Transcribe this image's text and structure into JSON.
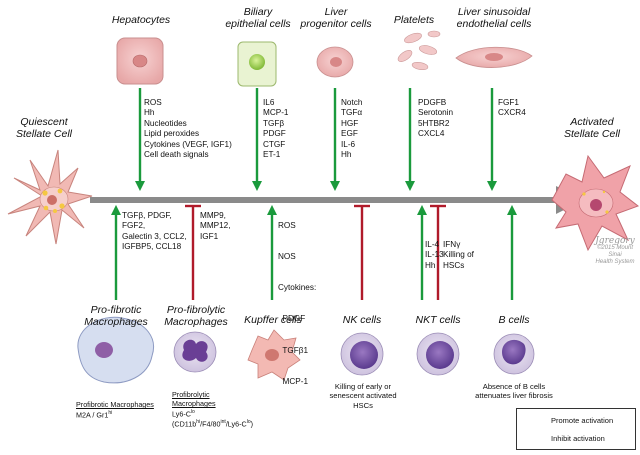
{
  "top_cells": [
    {
      "title": "Hepatocytes",
      "items": [
        "ROS",
        "Hh",
        "Nucleotides",
        "Lipid peroxides",
        "Cytokines (VEGF, IGF1)",
        "Cell death signals"
      ]
    },
    {
      "title": "Biliary\nepithelial cells",
      "items": [
        "IL6",
        "MCP-1",
        "TGFβ",
        "PDGF",
        "CTGF",
        "ET-1"
      ]
    },
    {
      "title": "Liver\nprogenitor cells",
      "items": [
        "Notch",
        "TGFα",
        "HGF",
        "EGF",
        "IL-6",
        "Hh"
      ]
    },
    {
      "title": "Platelets",
      "items": [
        "PDGFB",
        "Serotonin",
        "5HTBR2",
        "CXCL4"
      ]
    },
    {
      "title": "Liver sinusoidal\nendothelial cells",
      "items": [
        "FGF1",
        "CXCR4"
      ]
    }
  ],
  "quiescent_label": "Quiescent\nStellate Cell",
  "activated_label": "Activated\nStellate Cell",
  "bottom_cells": [
    {
      "title": "Pro-fibrotic\nMacrophages",
      "items": [
        "TGFβ, PDGF,",
        "FGF2,",
        "Galectin 3, CCL2,",
        "IGFBP5, CCL18"
      ],
      "effect": "promote"
    },
    {
      "title": "Pro-fibrolytic\nMacrophages",
      "items": [
        "MMP9,",
        "MMP12,",
        "IGF1"
      ],
      "effect": "inhibit"
    },
    {
      "title": "Kupffer cells",
      "items": [
        "ROS",
        "NOS",
        "Cytokines:",
        "  PDGF",
        "  TGFβ1",
        "  MCP-1"
      ],
      "effect": "promote"
    },
    {
      "title": "NK cells",
      "items": [],
      "effect": "inhibit"
    },
    {
      "title": "NKT cells",
      "items": [
        "IL-4",
        "IL-13",
        "Hh"
      ],
      "effect": "promote",
      "items2": [
        "IFNγ",
        "Killing of",
        "HSCs"
      ]
    },
    {
      "title": "B cells",
      "items": [],
      "effect": "promote"
    }
  ],
  "notes": {
    "profibrotic_heading": "Profibrotic Macrophages",
    "profibrotic_markers": "M2A / Gr1",
    "profibrotic_sup": "hi",
    "profibrolytic_heading_1": "Profibrolytic",
    "profibrolytic_heading_2": "Macrophages",
    "profibrolytic_markers": "Ly6-C",
    "profibrolytic_sup": "lo",
    "profibrolytic_detail": "(CD11b",
    "profibrolytic_detail_rest": "/F4/80",
    "profibrolytic_detail_end": "/Ly6-C",
    "profibrolytic_sup2": "hi",
    "profibrolytic_sup3": "int",
    "profibrolytic_sup4": "lo",
    "nk_note": "Killing of early or\nsenescent activated HSCs",
    "b_note": "Absence of B cells\nattenuates liver fibrosis"
  },
  "legend": {
    "promote": "Promote activation",
    "inhibit": "Inhibit activation"
  },
  "signature": {
    "name": "Jgregory",
    "line1": "©2015 Mount Sinai",
    "line2": "Health System"
  },
  "colors": {
    "promote": "#1a9a3c",
    "inhibit": "#b01a2a",
    "timeline": "#8a8a8a"
  }
}
